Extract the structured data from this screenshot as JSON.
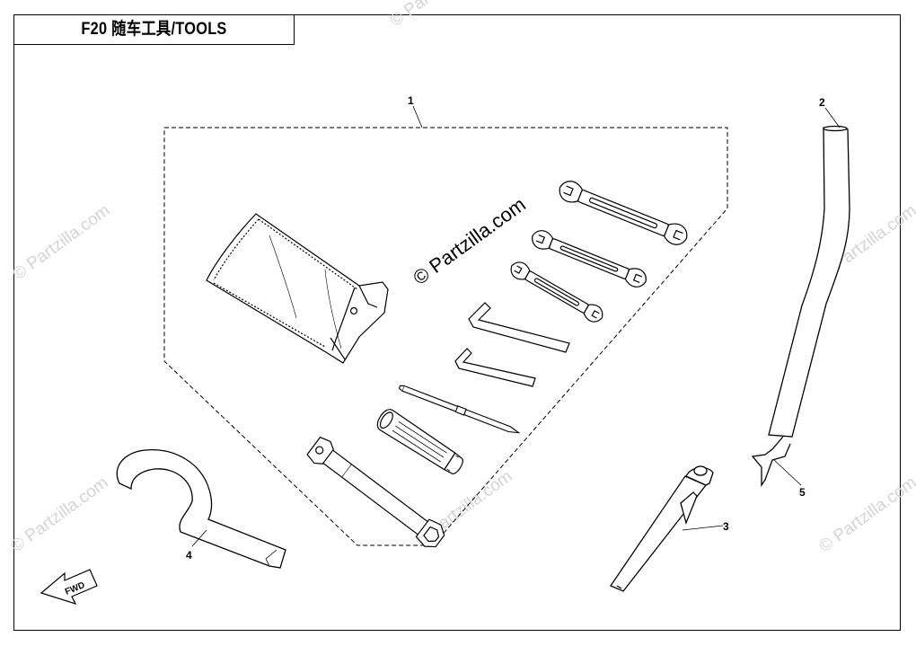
{
  "diagram": {
    "title": "F20  随车工具/TOOLS",
    "watermark": "© Partzilla.com",
    "callouts": [
      {
        "id": "callout-1",
        "label": "1"
      },
      {
        "id": "callout-2",
        "label": "2"
      },
      {
        "id": "callout-3",
        "label": "3"
      },
      {
        "id": "callout-4",
        "label": "4"
      },
      {
        "id": "callout-5",
        "label": "5"
      }
    ],
    "fwd_label": "FWD"
  }
}
